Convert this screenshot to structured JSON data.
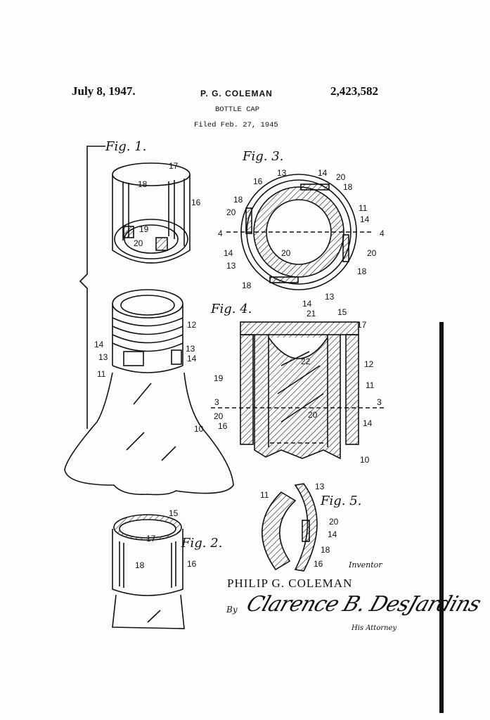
{
  "header": {
    "date": "July 8, 1947.",
    "inventor": "P. G. COLEMAN",
    "patent_number": "2,423,582",
    "title": "BOTTLE CAP",
    "filed": "Filed Feb. 27, 1945"
  },
  "figures": {
    "fig1": "Fig. 1.",
    "fig2": "Fig. 2.",
    "fig3": "Fig. 3.",
    "fig4": "Fig. 4.",
    "fig5": "Fig. 5."
  },
  "labels": {
    "n10": "10",
    "n11": "11",
    "n12": "12",
    "n13": "13",
    "n14": "14",
    "n15": "15",
    "n16": "16",
    "n17": "17",
    "n18": "18",
    "n19": "19",
    "n20": "20",
    "n21": "21",
    "n22": "22",
    "n3": "3",
    "n4": "4"
  },
  "signature": {
    "inventor_caption": "Inventor",
    "inventor_name": "PHILIP G. COLEMAN",
    "by": "By",
    "attorney_signature": "Clarence B. DesJardins",
    "attorney_caption": "His Attorney"
  }
}
